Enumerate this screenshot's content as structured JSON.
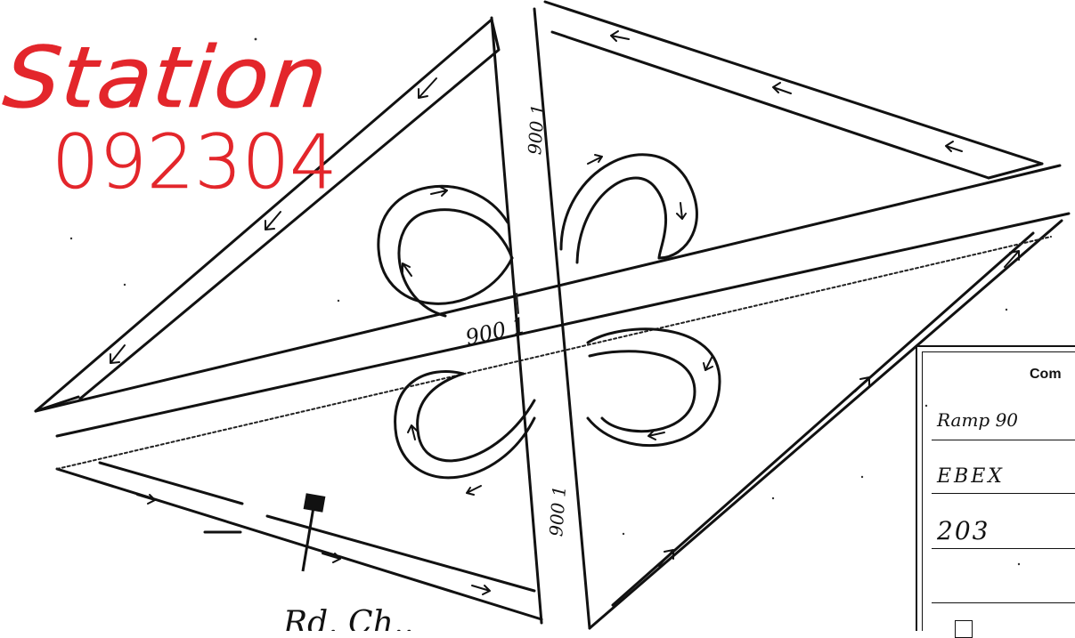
{
  "stamp": {
    "word": "Station",
    "number": "092304"
  },
  "road_labels": {
    "vertical_upper": "900 1",
    "vertical_lower": "900 1",
    "diagonal": "900 1"
  },
  "bottom_note": "Rd. Ch..",
  "comment_form": {
    "header": "Com",
    "row_1": "Ramp 90",
    "row_2": "EBEX",
    "row_3": "203",
    "row_4": ""
  },
  "colors": {
    "ink": "#111111",
    "stamp_red": "#e3262b"
  }
}
